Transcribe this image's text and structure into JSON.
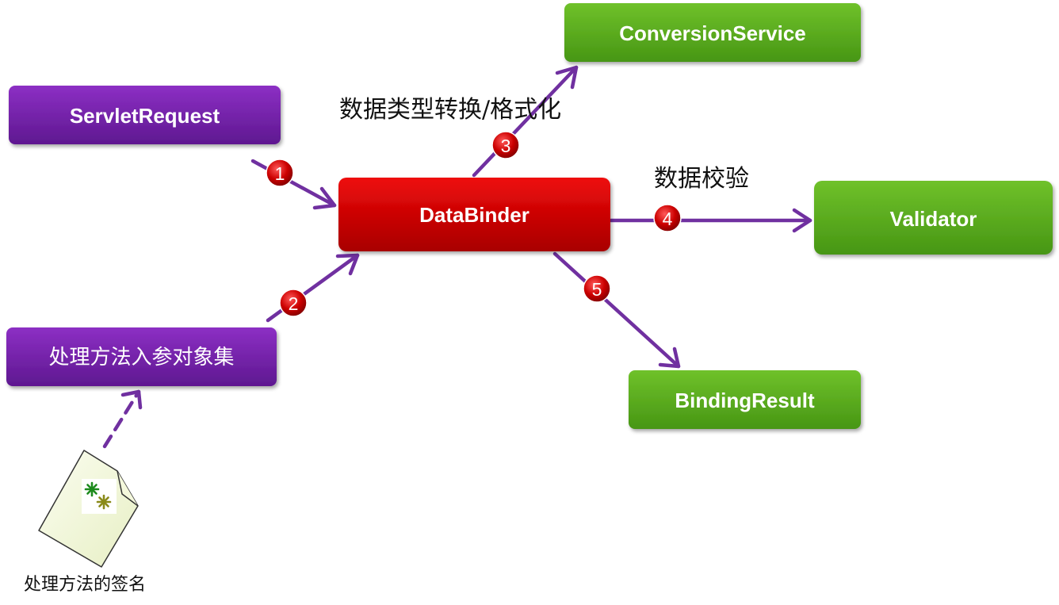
{
  "nodes": {
    "servlet_request": "ServletRequest",
    "handler_args": "处理方法入参对象集",
    "data_binder": "DataBinder",
    "conversion_service": "ConversionService",
    "validator": "Validator",
    "binding_result": "BindingResult",
    "method_signature": "处理方法的签名"
  },
  "labels": {
    "conversion": "数据类型转换/格式化",
    "validation": "数据校验"
  },
  "steps": [
    "1",
    "2",
    "3",
    "4",
    "5"
  ],
  "colors": {
    "purple_box": "#7222a8",
    "red_box": "#d10000",
    "green_box": "#5aaa1e",
    "arrow": "#7030a0",
    "badge": "#c40000"
  }
}
